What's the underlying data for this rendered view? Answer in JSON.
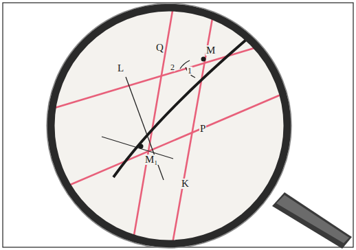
{
  "diagram": {
    "labels": [
      "Q",
      "M",
      "L",
      "2",
      "1",
      "P",
      "M₁",
      "K"
    ]
  }
}
